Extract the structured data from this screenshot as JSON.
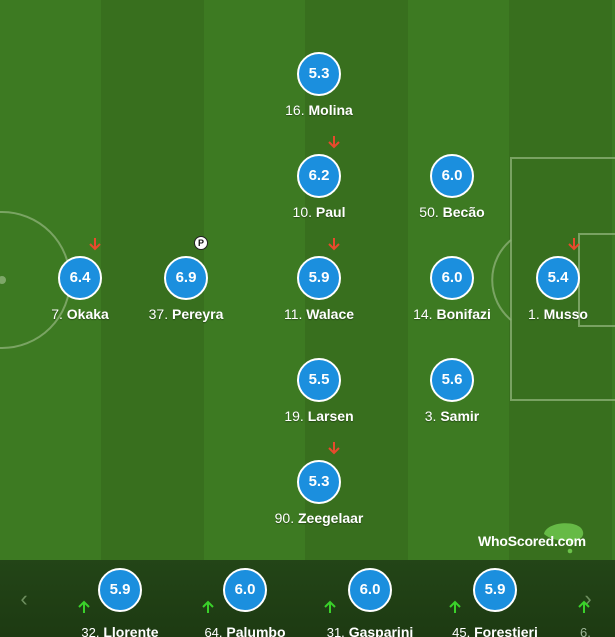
{
  "colors": {
    "pitch_light": "#3d7a22",
    "pitch_dark": "#386f1e",
    "rating_bg": "#1b8fde",
    "sub_off_arrow": "#e8492d",
    "sub_on_arrow": "#3ad12a",
    "bench_bg": "#1d3a12"
  },
  "players": [
    {
      "number": "16.",
      "name": "Molina",
      "rating": "5.3",
      "subbed_off": false
    },
    {
      "number": "10.",
      "name": "Paul",
      "rating": "6.2",
      "subbed_off": true
    },
    {
      "number": "50.",
      "name": "Becão",
      "rating": "6.0",
      "subbed_off": false
    },
    {
      "number": "7.",
      "name": "Okaka",
      "rating": "6.4",
      "subbed_off": true
    },
    {
      "number": "37.",
      "name": "Pereyra",
      "rating": "6.9",
      "penalty_icon": "P"
    },
    {
      "number": "11.",
      "name": "Walace",
      "rating": "5.9",
      "subbed_off": true
    },
    {
      "number": "14.",
      "name": "Bonifazi",
      "rating": "6.0",
      "subbed_off": false
    },
    {
      "number": "1.",
      "name": "Musso",
      "rating": "5.4",
      "subbed_off": true
    },
    {
      "number": "19.",
      "name": "Larsen",
      "rating": "5.5",
      "subbed_off": false
    },
    {
      "number": "3.",
      "name": "Samir",
      "rating": "5.6",
      "subbed_off": false
    },
    {
      "number": "90.",
      "name": "Zeegelaar",
      "rating": "5.3",
      "subbed_off": true
    }
  ],
  "bench": {
    "prev_icon": "chevron-left-icon",
    "next_icon": "chevron-right-icon",
    "prev_glyph": "‹",
    "next_glyph": "›",
    "subs": [
      {
        "number": "32.",
        "name": "Llorente",
        "rating": "5.9"
      },
      {
        "number": "64.",
        "name": "Palumbo",
        "rating": "6.0"
      },
      {
        "number": "31.",
        "name": "Gasparini",
        "rating": "6.0"
      },
      {
        "number": "45.",
        "name": "Forestieri",
        "rating": "5.9"
      },
      {
        "number": "6.",
        "name": "",
        "rating": ""
      }
    ]
  },
  "logo": {
    "text": "WhoScored",
    "suffix": ".com"
  }
}
